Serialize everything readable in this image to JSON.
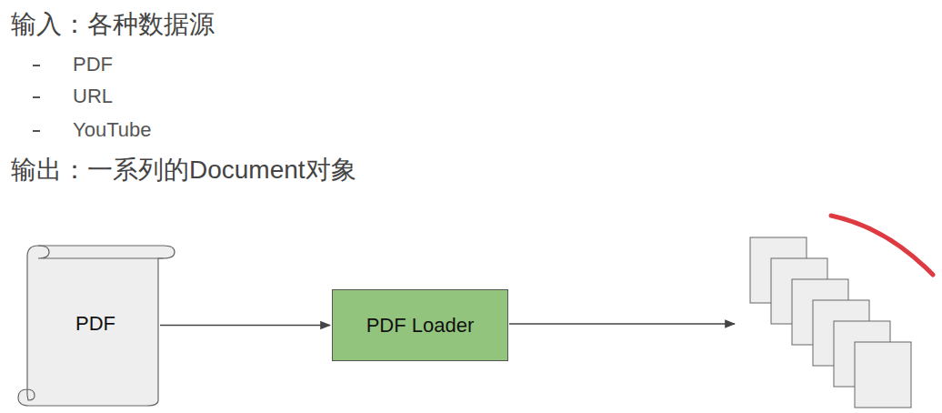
{
  "diagram": {
    "nodes": [
      {
        "text": [
          "PDF"
        ]
      },
      {
        "text": [
          "PDF Loader"
        ]
      }
    ],
    "edges": [
      {
        "from": 0,
        "to": 1,
        "arrow": "to"
      }
    ],
    "labels": [
      "输入：各种数据源",
      "PDF",
      "URL",
      "YouTube",
      "输出：一系列的Document对象"
    ]
  }
}
